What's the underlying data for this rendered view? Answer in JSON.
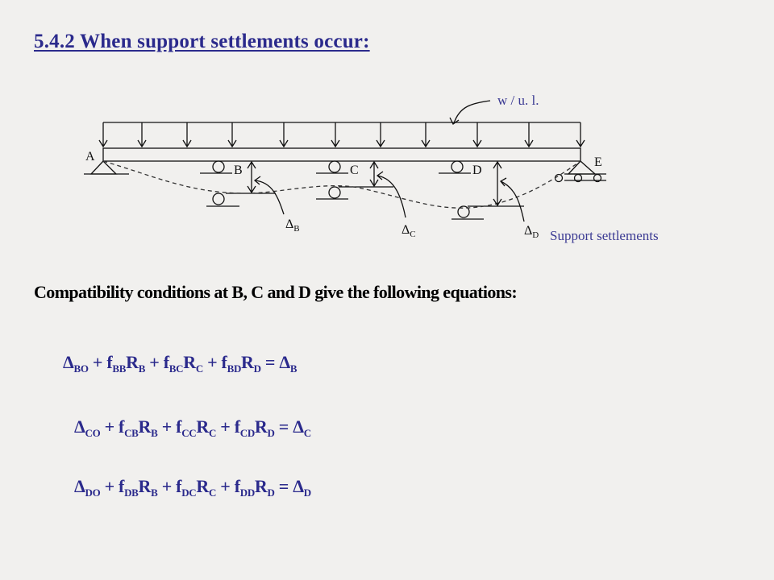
{
  "slide": {
    "title": "5.4.2 When support settlements occur:",
    "intro": "Compatibility conditions at B, C and D give the following equations:",
    "colors": {
      "background": "#f1f0ee",
      "title": "#2b2a8c",
      "equations": "#2b2a8c",
      "intro": "#000000",
      "diagram_labels_blue": "#3b3a93"
    }
  },
  "diagram": {
    "load_label": "w / u. l.",
    "support_labels": {
      "A": "A",
      "B": "B",
      "C": "C",
      "D": "D",
      "E": "E"
    },
    "delta_symbol": "Δ",
    "settlements": [
      {
        "symbol": "Δ",
        "sub": "B"
      },
      {
        "symbol": "Δ",
        "sub": "C"
      },
      {
        "symbol": "Δ",
        "sub": "D"
      }
    ],
    "settlements_label": "Support settlements"
  },
  "equations": [
    {
      "terms": [
        {
          "base": "Δ",
          "sub": "BO"
        },
        {
          "op": " + "
        },
        {
          "base": "f",
          "sub": "BB"
        },
        {
          "base": "R",
          "sub": "B"
        },
        {
          "op": " + "
        },
        {
          "base": "f",
          "sub": "BC"
        },
        {
          "base": "R",
          "sub": "C"
        },
        {
          "op": " + "
        },
        {
          "base": "f",
          "sub": "BD"
        },
        {
          "base": "R",
          "sub": "D"
        },
        {
          "op": " = "
        },
        {
          "base": "Δ",
          "sub": "B"
        }
      ]
    },
    {
      "terms": [
        {
          "base": "Δ",
          "sub": "CO"
        },
        {
          "op": " + "
        },
        {
          "base": "f",
          "sub": "CB"
        },
        {
          "base": "R",
          "sub": "B"
        },
        {
          "op": " + "
        },
        {
          "base": "f",
          "sub": "CC"
        },
        {
          "base": "R",
          "sub": "C"
        },
        {
          "op": " + "
        },
        {
          "base": "f",
          "sub": "CD"
        },
        {
          "base": "R",
          "sub": "D"
        },
        {
          "op": " = "
        },
        {
          "base": "Δ",
          "sub": "C"
        }
      ]
    },
    {
      "terms": [
        {
          "base": "Δ",
          "sub": "DO"
        },
        {
          "op": " + "
        },
        {
          "base": "f",
          "sub": "DB"
        },
        {
          "base": "R",
          "sub": "B"
        },
        {
          "op": " + "
        },
        {
          "base": "f",
          "sub": "DC"
        },
        {
          "base": "R",
          "sub": "C"
        },
        {
          "op": " + "
        },
        {
          "base": "f",
          "sub": "DD"
        },
        {
          "base": "R",
          "sub": "D"
        },
        {
          "op": " = "
        },
        {
          "base": "Δ",
          "sub": "D"
        }
      ]
    }
  ]
}
